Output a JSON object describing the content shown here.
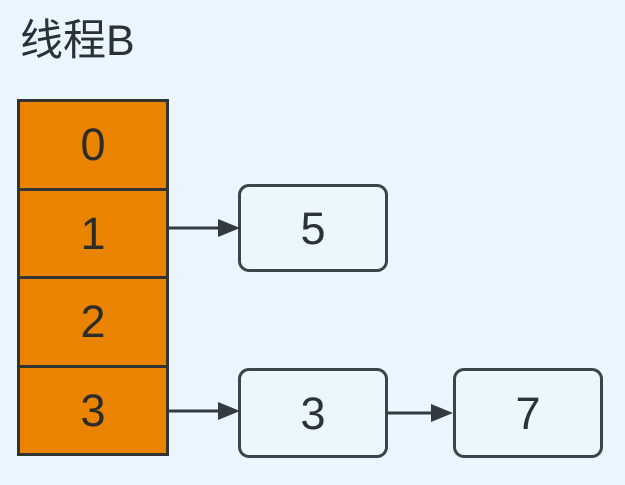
{
  "diagram": {
    "title": "线程B",
    "background_color": "#eaf5fd",
    "type": "hash-table-linked-list-diagram"
  },
  "bucket_array": {
    "name": "bucket-array",
    "fill_color": "#e98300",
    "border_color": "#333333",
    "cells": [
      {
        "index": "0",
        "label": "0",
        "has_outgoing_arrow": false
      },
      {
        "index": "1",
        "label": "1",
        "has_outgoing_arrow": true
      },
      {
        "index": "2",
        "label": "2",
        "has_outgoing_arrow": false
      },
      {
        "index": "3",
        "label": "3",
        "has_outgoing_arrow": true
      }
    ]
  },
  "nodes": [
    {
      "id": "node-5",
      "label": "5",
      "fill_color": "#ecf7fb",
      "border_color": "#3a444d"
    },
    {
      "id": "node-3",
      "label": "3",
      "fill_color": "#ecf7fb",
      "border_color": "#3a444d"
    },
    {
      "id": "node-7",
      "label": "7",
      "fill_color": "#ecf7fb",
      "border_color": "#3a444d"
    }
  ],
  "arrows": [
    {
      "id": "arrow-bucket1-to-node5",
      "from": "bucket-cell-1",
      "to": "node-5",
      "color": "#333a40"
    },
    {
      "id": "arrow-bucket3-to-node3",
      "from": "bucket-cell-3",
      "to": "node-3",
      "color": "#333a40"
    },
    {
      "id": "arrow-node3-to-node7",
      "from": "node-3",
      "to": "node-7",
      "color": "#333a40"
    }
  ],
  "chart_data": {
    "type": "diagram",
    "title": "线程B",
    "description": "Hash table bucket array with separate chaining",
    "buckets": [
      {
        "index": 0,
        "chain": []
      },
      {
        "index": 1,
        "chain": [
          "5"
        ]
      },
      {
        "index": 2,
        "chain": []
      },
      {
        "index": 3,
        "chain": [
          "3",
          "7"
        ]
      }
    ]
  }
}
